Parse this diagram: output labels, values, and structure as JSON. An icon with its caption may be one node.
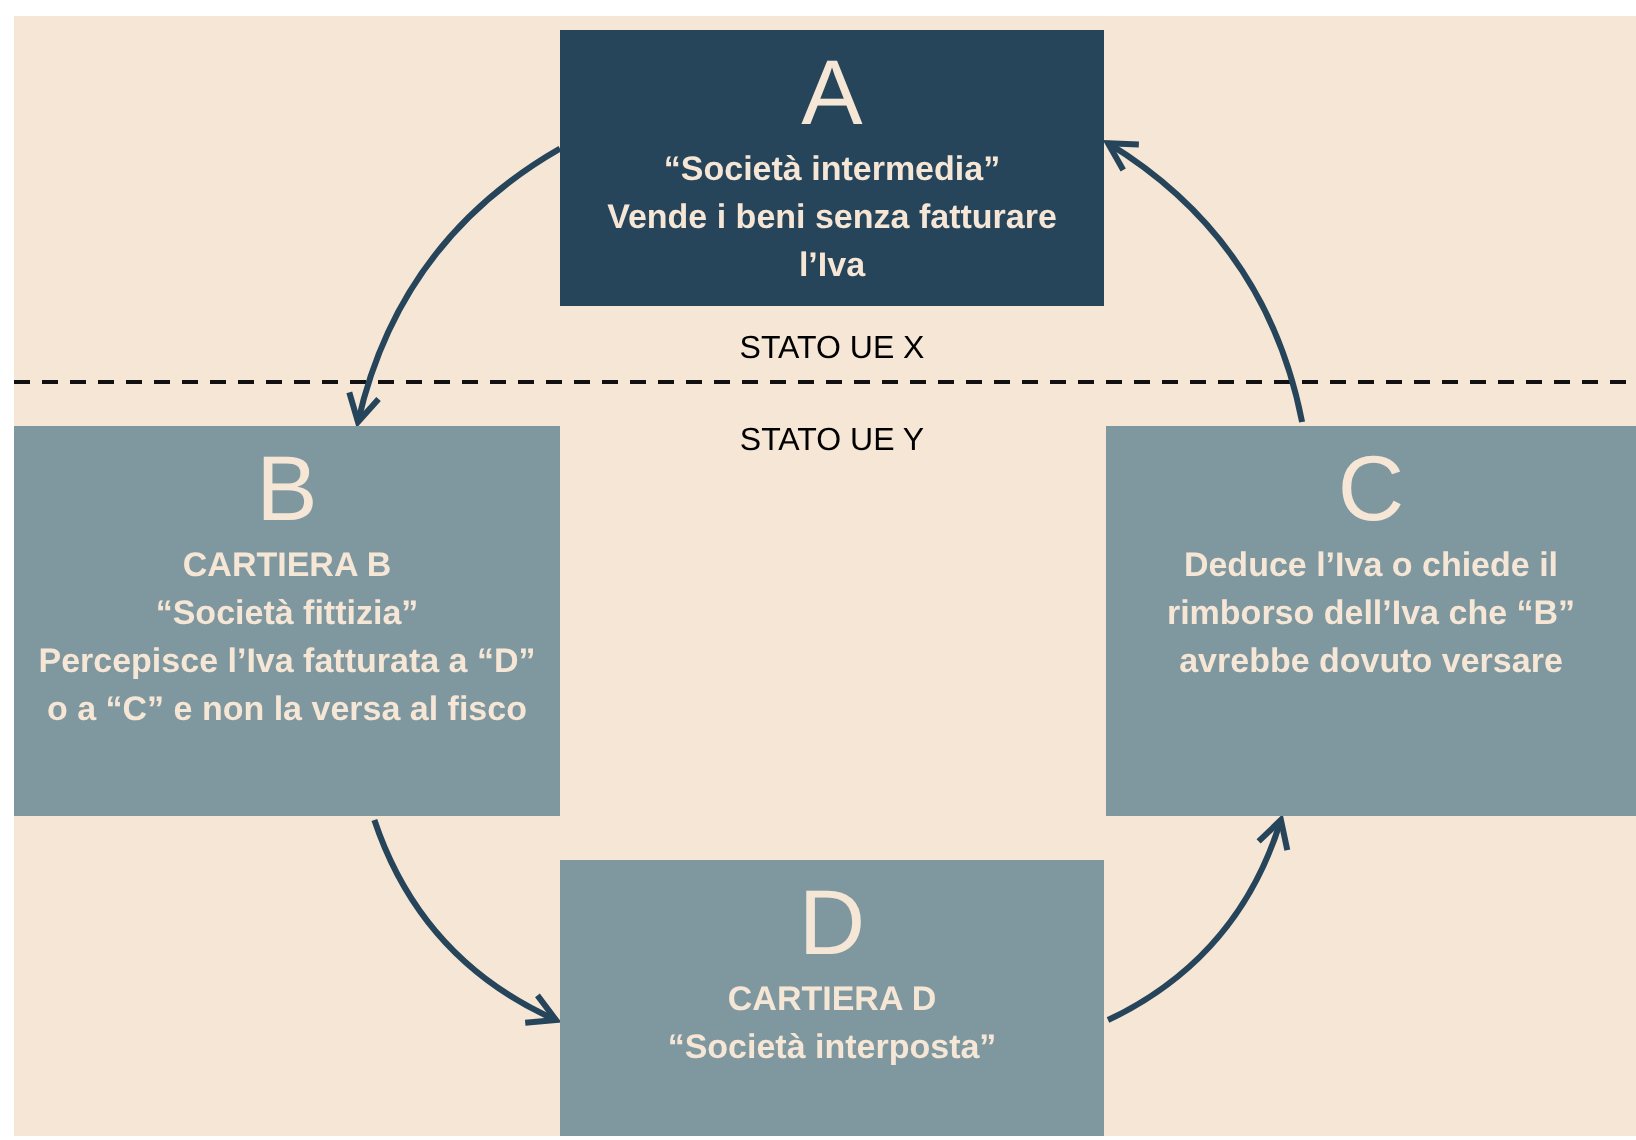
{
  "diagram": {
    "nodes": [
      {
        "text": [
          "A",
          "“Società intermedia”",
          "Vende i beni senza fatturare l’Iva"
        ]
      },
      {
        "text": [
          "B",
          "CARTIERA B",
          "“Società fittizia”",
          "Percepisce l’Iva fatturata a “D” o a “C” e non la versa al fisco"
        ]
      },
      {
        "text": [
          "C",
          "Deduce l’Iva o chiede il rimborso dell’Iva che “B” avrebbe dovuto versare"
        ]
      },
      {
        "text": [
          "D",
          "CARTIERA D",
          "“Società interposta”"
        ]
      }
    ],
    "edges": [
      {
        "from": 0,
        "to": 1,
        "arrow": "to"
      },
      {
        "from": 1,
        "to": 3,
        "arrow": "to"
      },
      {
        "from": 3,
        "to": 2,
        "arrow": "to"
      },
      {
        "from": 2,
        "to": 0,
        "arrow": "to"
      }
    ],
    "labels": [
      "STATO UE X",
      "STATO UE Y"
    ]
  }
}
